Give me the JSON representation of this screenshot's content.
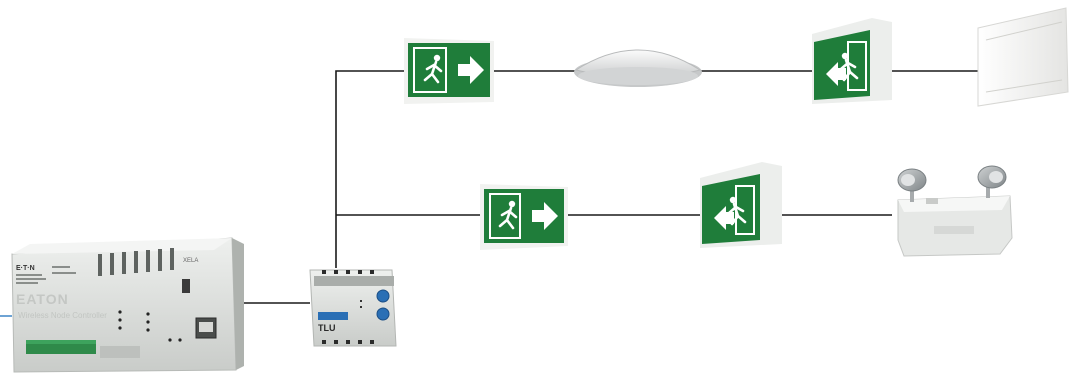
{
  "diagram": {
    "controller": {
      "brand": "EATON",
      "logo": "E·T·N",
      "product": "Wireless Node Controller",
      "badge": "XELA"
    },
    "tlu": {
      "label": "TLU"
    },
    "colors": {
      "wire": "#1a1a1a",
      "exit_green": "#1f7d3a",
      "device_grey": "#d9dbd9",
      "accent_blue": "#2a6fb5"
    },
    "devices": [
      "exit-sign-right-arrow",
      "round-ceiling-light",
      "exit-sign-left-arrow",
      "linear-luminaire",
      "exit-sign-right-arrow",
      "exit-sign-left-arrow",
      "twin-head-emergency-light"
    ]
  }
}
